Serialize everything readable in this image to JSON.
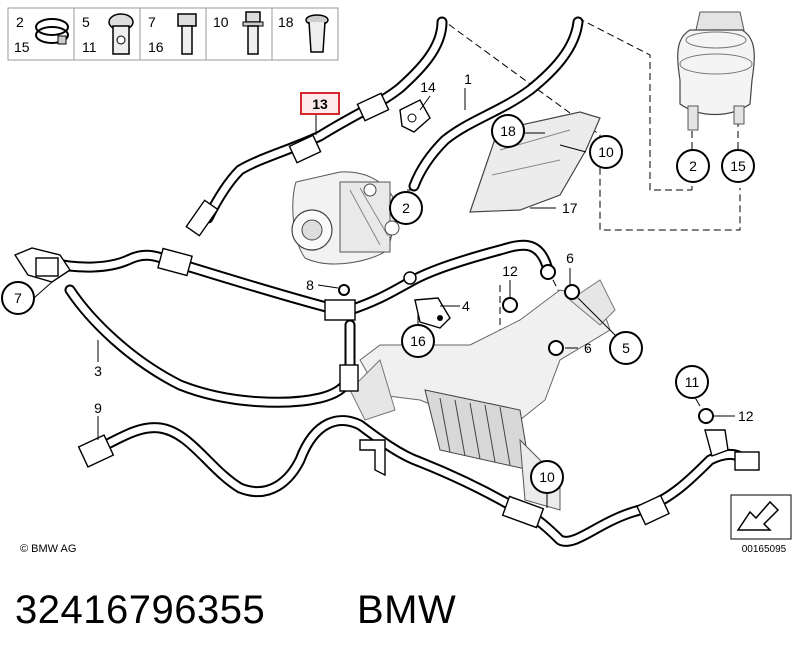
{
  "legend": {
    "items": [
      {
        "top": "2",
        "bottom": "15"
      },
      {
        "top": "5",
        "bottom": "11"
      },
      {
        "top": "7",
        "bottom": "16"
      },
      {
        "top": "10",
        "bottom": ""
      },
      {
        "top": "18",
        "bottom": ""
      }
    ]
  },
  "callouts": {
    "highlighted": "13",
    "c2a": "2",
    "c2b": "2",
    "c15": "15",
    "c18": "18",
    "c10a": "10",
    "c10b": "10",
    "c7": "7",
    "c16": "16",
    "c5": "5",
    "c11": "11"
  },
  "labels": {
    "l1": "1",
    "l3": "3",
    "l4": "4",
    "l6a": "6",
    "l6b": "6",
    "l8": "8",
    "l9": "9",
    "l12a": "12",
    "l12b": "12",
    "l14": "14",
    "l17": "17"
  },
  "copyright": "© BMW AG",
  "diagram_code": "00165095",
  "footer": {
    "part_number": "32416796355",
    "brand": "BMW"
  }
}
